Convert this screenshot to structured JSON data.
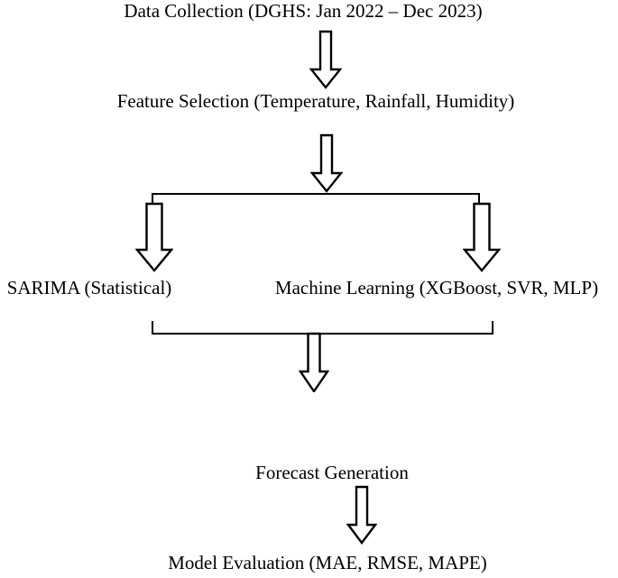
{
  "colors": {
    "background": "#ffffff",
    "line": "#000000",
    "text": "#000000"
  },
  "icons": {
    "down_block_arrow": "⇩"
  },
  "nodes": {
    "data_collection": "Data Collection (DGHS: Jan 2022 – Dec 2023)",
    "feature_selection": "Feature Selection (Temperature, Rainfall, Humidity)",
    "sarima": "SARIMA (Statistical)",
    "machine_learning": "Machine Learning (XGBoost, SVR, MLP)",
    "forecast_generation": "Forecast Generation",
    "model_evaluation": "Model Evaluation (MAE, RMSE, MAPE)"
  }
}
